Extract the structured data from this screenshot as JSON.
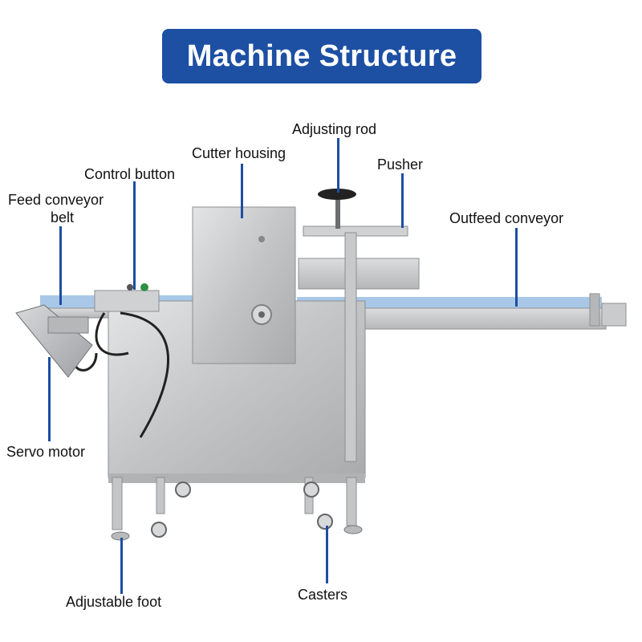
{
  "title": "Machine Structure",
  "labels": {
    "adjusting_rod": "Adjusting rod",
    "cutter_housing": "Cutter housing",
    "pusher": "Pusher",
    "control_button": "Control button",
    "feed_conveyor_line1": "Feed conveyor",
    "feed_conveyor_line2": "belt",
    "outfeed_conveyor": "Outfeed conveyor",
    "servo_motor": "Servo motor",
    "adjustable_foot": "Adjustable foot",
    "casters": "Casters"
  },
  "colors": {
    "accent": "#1d4fa3",
    "steel": "#c9cbcc",
    "belt": "#a9c8e8"
  }
}
